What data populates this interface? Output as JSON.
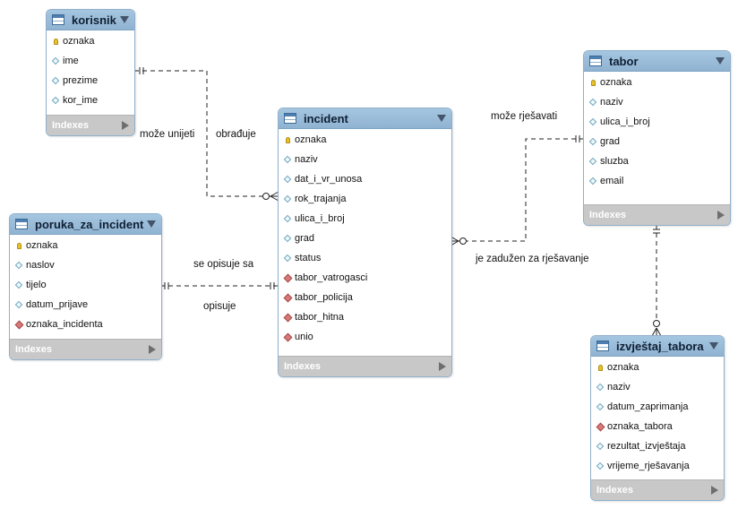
{
  "entities": [
    {
      "id": "korisnik",
      "title": "korisnik",
      "footer": "Indexes",
      "columns": [
        {
          "name": "oznaka",
          "type": "pk"
        },
        {
          "name": "ime",
          "type": "attr"
        },
        {
          "name": "prezime",
          "type": "attr"
        },
        {
          "name": "kor_ime",
          "type": "attr"
        }
      ]
    },
    {
      "id": "incident",
      "title": "incident",
      "footer": "Indexes",
      "columns": [
        {
          "name": "oznaka",
          "type": "pk"
        },
        {
          "name": "naziv",
          "type": "attr"
        },
        {
          "name": "dat_i_vr_unosa",
          "type": "attr"
        },
        {
          "name": "rok_trajanja",
          "type": "attr"
        },
        {
          "name": "ulica_i_broj",
          "type": "attr"
        },
        {
          "name": "grad",
          "type": "attr"
        },
        {
          "name": "status",
          "type": "attr"
        },
        {
          "name": "tabor_vatrogasci",
          "type": "fk"
        },
        {
          "name": "tabor_policija",
          "type": "fk"
        },
        {
          "name": "tabor_hitna",
          "type": "fk"
        },
        {
          "name": "unio",
          "type": "fk"
        }
      ]
    },
    {
      "id": "tabor",
      "title": "tabor",
      "footer": "Indexes",
      "columns": [
        {
          "name": "oznaka",
          "type": "pk"
        },
        {
          "name": "naziv",
          "type": "attr"
        },
        {
          "name": "ulica_i_broj",
          "type": "attr"
        },
        {
          "name": "grad",
          "type": "attr"
        },
        {
          "name": "sluzba",
          "type": "attr"
        },
        {
          "name": "email",
          "type": "attr"
        }
      ]
    },
    {
      "id": "poruka_za_incident",
      "title": "poruka_za_incident",
      "footer": "Indexes",
      "columns": [
        {
          "name": "oznaka",
          "type": "pk"
        },
        {
          "name": "naslov",
          "type": "attr"
        },
        {
          "name": "tijelo",
          "type": "attr"
        },
        {
          "name": "datum_prijave",
          "type": "attr"
        },
        {
          "name": "oznaka_incidenta",
          "type": "fk"
        }
      ]
    },
    {
      "id": "izvjestaj_tabora",
      "title": "izvještaj_tabora",
      "footer": "Indexes",
      "columns": [
        {
          "name": "oznaka",
          "type": "pk"
        },
        {
          "name": "naziv",
          "type": "attr"
        },
        {
          "name": "datum_zaprimanja",
          "type": "attr"
        },
        {
          "name": "oznaka_tabora",
          "type": "fk"
        },
        {
          "name": "rezultat_izvještaja",
          "type": "attr"
        },
        {
          "name": "vrijeme_rješavanja",
          "type": "attr"
        }
      ]
    }
  ],
  "relationships": [
    {
      "id": "korisnik-incident",
      "labels": [
        "može unijeti",
        "obrađuje"
      ],
      "from_cardinality": "one-and-only-one",
      "to_cardinality": "zero-or-many"
    },
    {
      "id": "tabor-incident",
      "labels": [
        "može rješavati",
        "je zadužen za rješavanje"
      ],
      "from_cardinality": "one-and-only-one",
      "to_cardinality": "zero-or-many"
    },
    {
      "id": "poruka-incident",
      "labels": [
        "se opisuje sa",
        "opisuje"
      ],
      "from_cardinality": "one-and-only-one",
      "to_cardinality": "one-and-only-one"
    },
    {
      "id": "tabor-izvjestaj",
      "labels": [],
      "from_cardinality": "one-and-only-one",
      "to_cardinality": "zero-or-many"
    }
  ],
  "colors": {
    "header": "#9cbfdc",
    "border": "#8fb0cc",
    "footer": "#c8c8c8",
    "pk_key": "#e8c22e",
    "fk_diamond": "#d77a7a",
    "attr_diamond": "#6fa7be",
    "line": "#222222"
  }
}
